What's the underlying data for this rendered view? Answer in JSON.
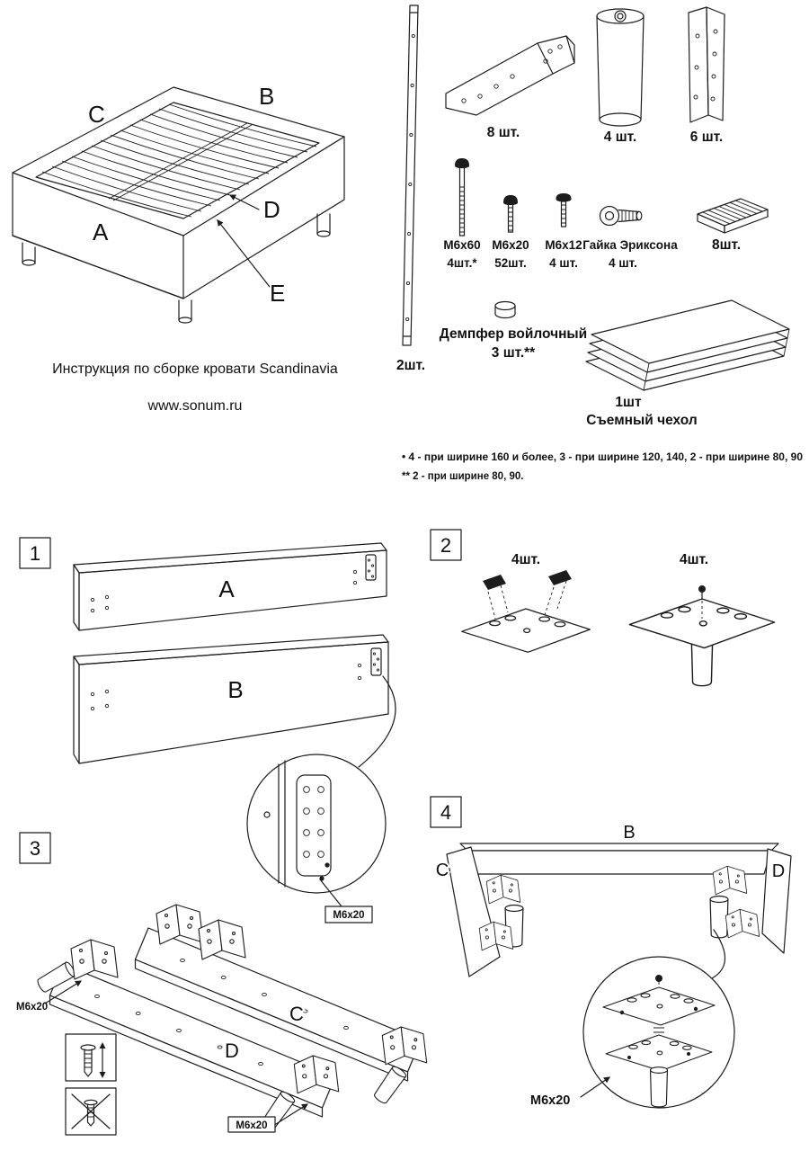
{
  "title": {
    "line1": "Инструкция по сборке кровати Scandinavia",
    "line2": "www.sonum.ru"
  },
  "overview": {
    "a": "A",
    "b": "B",
    "c": "C",
    "d": "D",
    "e": "E"
  },
  "parts": {
    "slat_qty": "2шт.",
    "bracket_qty": "8 шт.",
    "leg_qty": "4 шт.",
    "corner_qty": "6 шт.",
    "bolt_m6x60": {
      "name": "М6х60",
      "qty": "4шт.*"
    },
    "bolt_m6x20": {
      "name": "М6х20",
      "qty": "52шт."
    },
    "bolt_m6x12": {
      "name": "М6х12",
      "qty": "4 шт."
    },
    "erickson_nut": {
      "name": "Гайка Эриксона",
      "qty": "4 шт."
    },
    "pad_qty": "8шт.",
    "damper": {
      "name": "Демпфер войлочный",
      "qty": "3 шт.**"
    },
    "cover": {
      "qty": "1шт",
      "name": "Съемный чехол"
    }
  },
  "footnotes": {
    "line1": "• 4 - при ширине 160 и более, 3 - при ширине 120, 140, 2 - при ширине 80, 90",
    "line2": "** 2 - при ширине 80, 90."
  },
  "steps": {
    "s1": {
      "num": "1",
      "panel_a": "A",
      "panel_b": "B",
      "callout": "М6х20"
    },
    "s2": {
      "num": "2",
      "qty_left": "4шт.",
      "qty_right": "4шт."
    },
    "s3": {
      "num": "3",
      "rail_c": "C",
      "rail_d": "D",
      "callout_left": "М6х20",
      "callout_bottom": "М6х20"
    },
    "s4": {
      "num": "4",
      "panel_b": "B",
      "panel_c": "C",
      "panel_d": "D",
      "callout": "М6х20"
    }
  },
  "colors": {
    "line": "#1c1c1c",
    "text": "#111111",
    "background": "#ffffff"
  }
}
